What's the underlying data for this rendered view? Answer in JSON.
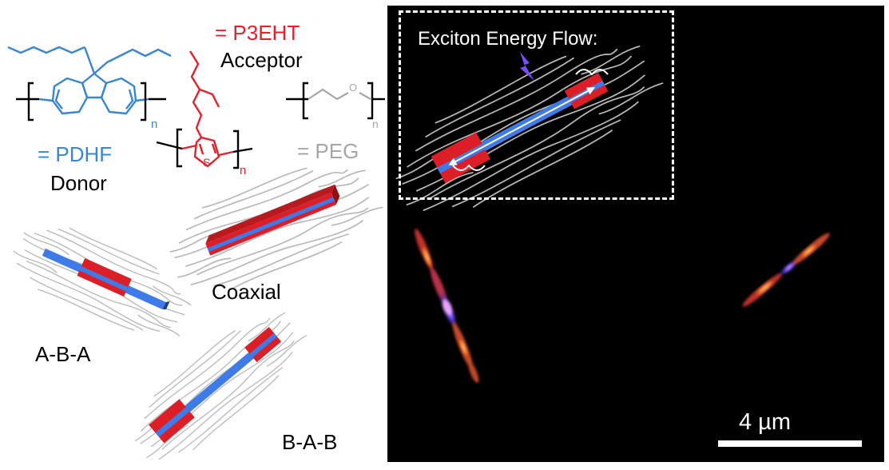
{
  "colors": {
    "donor": "#3a86d0",
    "acceptor": "#e5202e",
    "peg": "#a6a6a6",
    "block_blue": "#3f7be8",
    "block_red": "#dc1f26",
    "corona": "#b7b7b7"
  },
  "chemistry": {
    "pdhf": {
      "label": "= PDHF",
      "role": "Donor",
      "subscript": "n"
    },
    "p3eht": {
      "label": "= P3EHT",
      "role": "Acceptor",
      "subscript": "n",
      "atom": "S"
    },
    "peg": {
      "label": "= PEG",
      "subscript": "n",
      "atom": "O"
    }
  },
  "architectures": {
    "aba": "A-B-A",
    "coaxial": "Coaxial",
    "bab": "B-A-B"
  },
  "micrograph": {
    "inset_title": "Exciton Energy Flow:",
    "scale_bar": "4 µm"
  }
}
